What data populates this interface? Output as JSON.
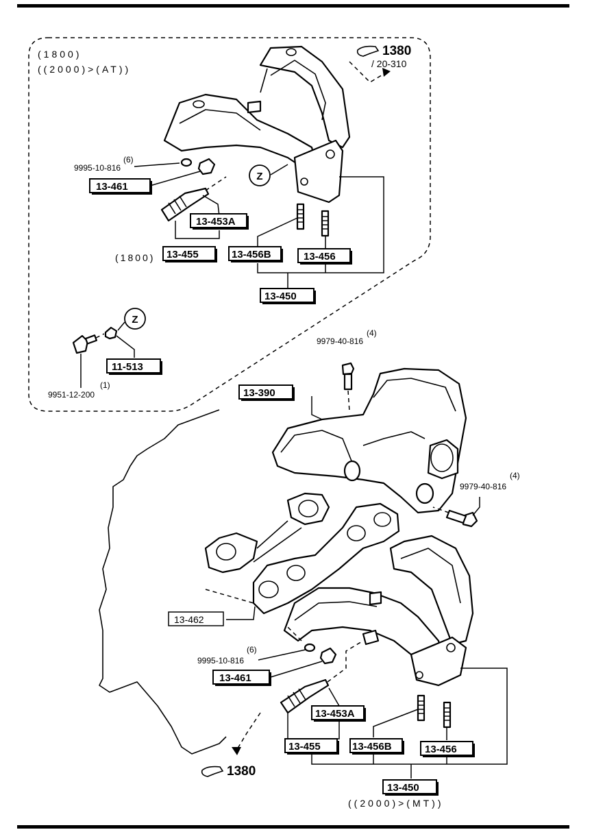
{
  "top_group": {
    "variant_line1": "(1800)",
    "variant_line2": "((2000)>(AT))",
    "ref_number": "1380",
    "ref_page": "/ 20-310",
    "washer_qty": "(6)",
    "washer_part": "9995-10-816",
    "nut_label": "13-461",
    "stud_453a": "13-453A",
    "stud_455_prefix": "(1800)",
    "stud_455": "13-455",
    "stud_456b": "13-456B",
    "stud_456": "13-456",
    "manifold_450": "13-450",
    "detail_marker": "Z"
  },
  "detail_z": {
    "marker": "Z",
    "nut_label": "11-513",
    "bolt_qty": "(1)",
    "bolt_part": "9951-12-200"
  },
  "bottom_group": {
    "bolt_top_qty": "(4)",
    "bolt_top_part": "9979-40-816",
    "insulator": "13-390",
    "bolt_right_qty": "(4)",
    "bolt_right_part": "9979-40-816",
    "gasket": "13-462",
    "washer_qty": "(6)",
    "washer_part": "9995-10-816",
    "nut_label": "13-461",
    "stud_453a": "13-453A",
    "stud_455": "13-455",
    "stud_456b": "13-456B",
    "stud_456": "13-456",
    "manifold_450": "13-450",
    "variant": "((2000)>(MT))",
    "ref_number": "1380"
  }
}
